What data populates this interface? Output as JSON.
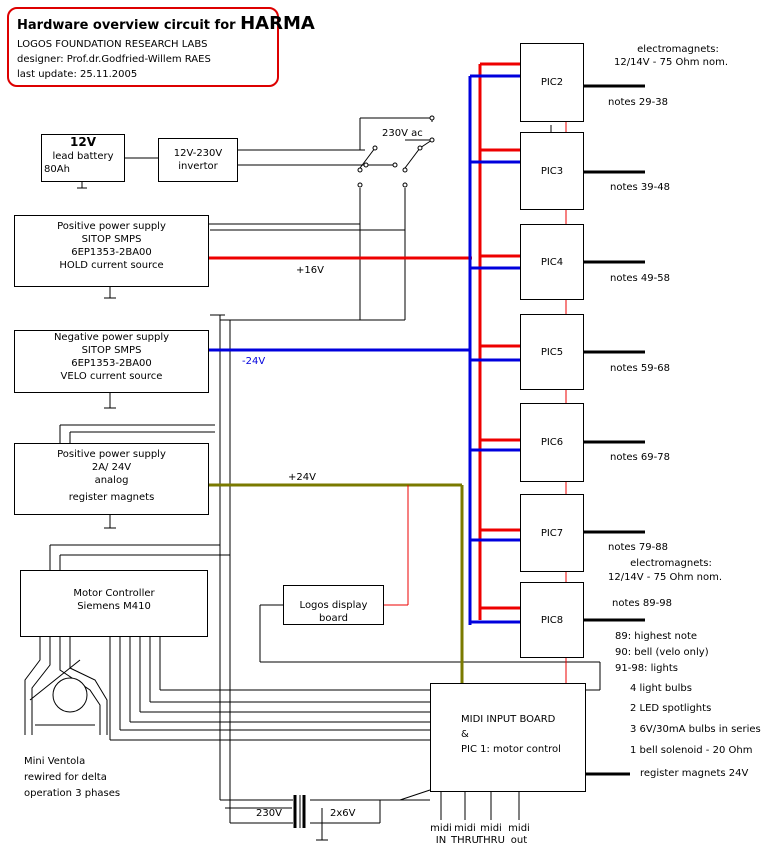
{
  "title": {
    "heading": "Hardware overview circuit for",
    "heading_big": "HARMA",
    "lines": [
      "LOGOS FOUNDATION RESEARCH LABS",
      "designer: Prof.dr.Godfried-Willem RAES",
      "last update:   25.11.2005"
    ]
  },
  "battery": {
    "voltage": "12V",
    "label": "lead battery",
    "capacity": "80Ah"
  },
  "invertor": {
    "line1": "12V-230V",
    "line2": "invertor"
  },
  "mains": "230V ac",
  "psu_hold": {
    "line1": "Positive power supply",
    "line2": "SITOP SMPS",
    "line3": "6EP1353-2BA00",
    "line4": "HOLD current source"
  },
  "psu_velo": {
    "line1": "Negative power supply",
    "line2": "SITOP SMPS",
    "line3": "6EP1353-2BA00",
    "line4": "VELO current source"
  },
  "psu_analog": {
    "line1": "Positive power supply",
    "line2": "2A/ 24V",
    "line3": "analog",
    "line4": "register magnets"
  },
  "motor": {
    "line1": "Motor Controller",
    "line2": "Siemens M410"
  },
  "fan": {
    "line1": "Mini Ventola",
    "line2": "rewired for delta",
    "line3": "operation 3 phases"
  },
  "display_board": "Logos display board",
  "midi_board": {
    "line1": "MIDI INPUT BOARD",
    "line2": "&",
    "line3": "PIC 1: motor control"
  },
  "transformer": {
    "primary": "230V",
    "secondary": "2x6V"
  },
  "rails": {
    "plus16": "+16V",
    "minus24": "-24V",
    "plus24": "+24V"
  },
  "pics": [
    "PIC2",
    "PIC3",
    "PIC4",
    "PIC5",
    "PIC6",
    "PIC7",
    "PIC8"
  ],
  "notes": [
    "notes 29-38",
    "notes 39-48",
    "notes 49-58",
    "notes 59-68",
    "notes 69-78",
    "notes 79-88",
    "notes 89-98"
  ],
  "electromagnets_top": {
    "line1": "electromagnets:",
    "line2": "12/14V - 75 Ohm nom."
  },
  "electromagnets_mid": {
    "line1": "electromagnets:",
    "line2": "12/14V - 75 Ohm nom."
  },
  "pic8_notes": [
    "89: highest note",
    "90: bell    (velo only)",
    "91-98: lights",
    "4 light bulbs",
    "2 LED spotlights",
    "3 6V/30mA bulbs in series",
    "1 bell solenoid - 20 Ohm"
  ],
  "register_magnets": "register magnets  24V",
  "midi_ports": [
    {
      "top": "midi",
      "bottom": "IN"
    },
    {
      "top": "midi",
      "bottom": "THRU"
    },
    {
      "top": "midi",
      "bottom": "THRU"
    },
    {
      "top": "midi",
      "bottom": "out"
    }
  ],
  "colors": {
    "red": "#ee0000",
    "blue": "#0000dd",
    "olive": "#7a7a00",
    "title_border": "#dd0000"
  }
}
